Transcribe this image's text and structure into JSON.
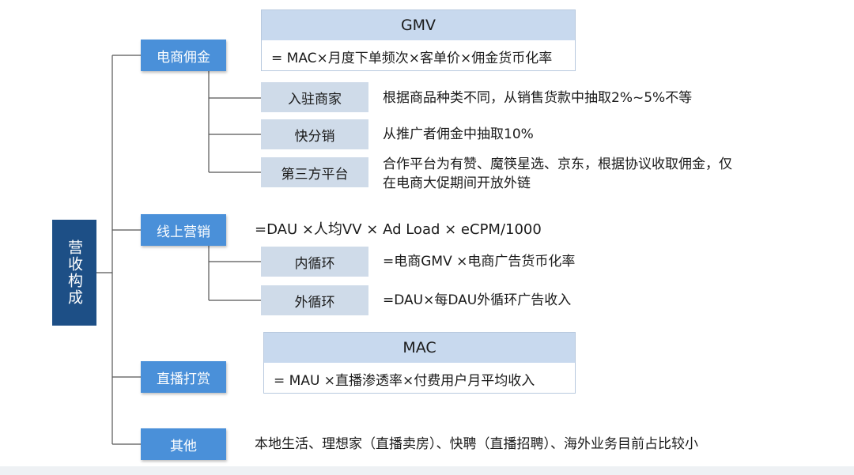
{
  "root": {
    "label": "营收构成"
  },
  "branches": [
    {
      "label": "电商佣金",
      "formula": {
        "title": "GMV",
        "text": "= MAC×月度下单频次×客单价×佣金货币化率"
      },
      "children": [
        {
          "label": "入驻商家",
          "desc": "根据商品种类不同，从销售货款中抽取2%~5%不等"
        },
        {
          "label": "快分销",
          "desc": "从推广者佣金中抽取10%"
        },
        {
          "label": "第三方平台",
          "desc": "合作平台为有赞、魔筷星选、京东，根据协议收取佣金，仅在电商大促期间开放外链"
        }
      ]
    },
    {
      "label": "线上营销",
      "formula_text": "=DAU ×人均VV × Ad Load × eCPM/1000",
      "children": [
        {
          "label": "内循环",
          "desc": "=电商GMV ×电商广告货币化率"
        },
        {
          "label": "外循环",
          "desc": "=DAU×每DAU外循环广告收入"
        }
      ]
    },
    {
      "label": "直播打赏",
      "formula": {
        "title": "MAC",
        "text": "= MAU ×直播渗透率×付费用户月平均收入"
      }
    },
    {
      "label": "其他",
      "desc": "本地生活、理想家（直播卖房）、快聘（直播招聘）、海外业务目前占比较小"
    }
  ],
  "colors": {
    "root_bg": "#1d4f86",
    "level1_bg": "#4a90d9",
    "level2_bg": "#cfdbe9",
    "formula_head_bg": "#c8d9ee",
    "connector": "#555555"
  }
}
